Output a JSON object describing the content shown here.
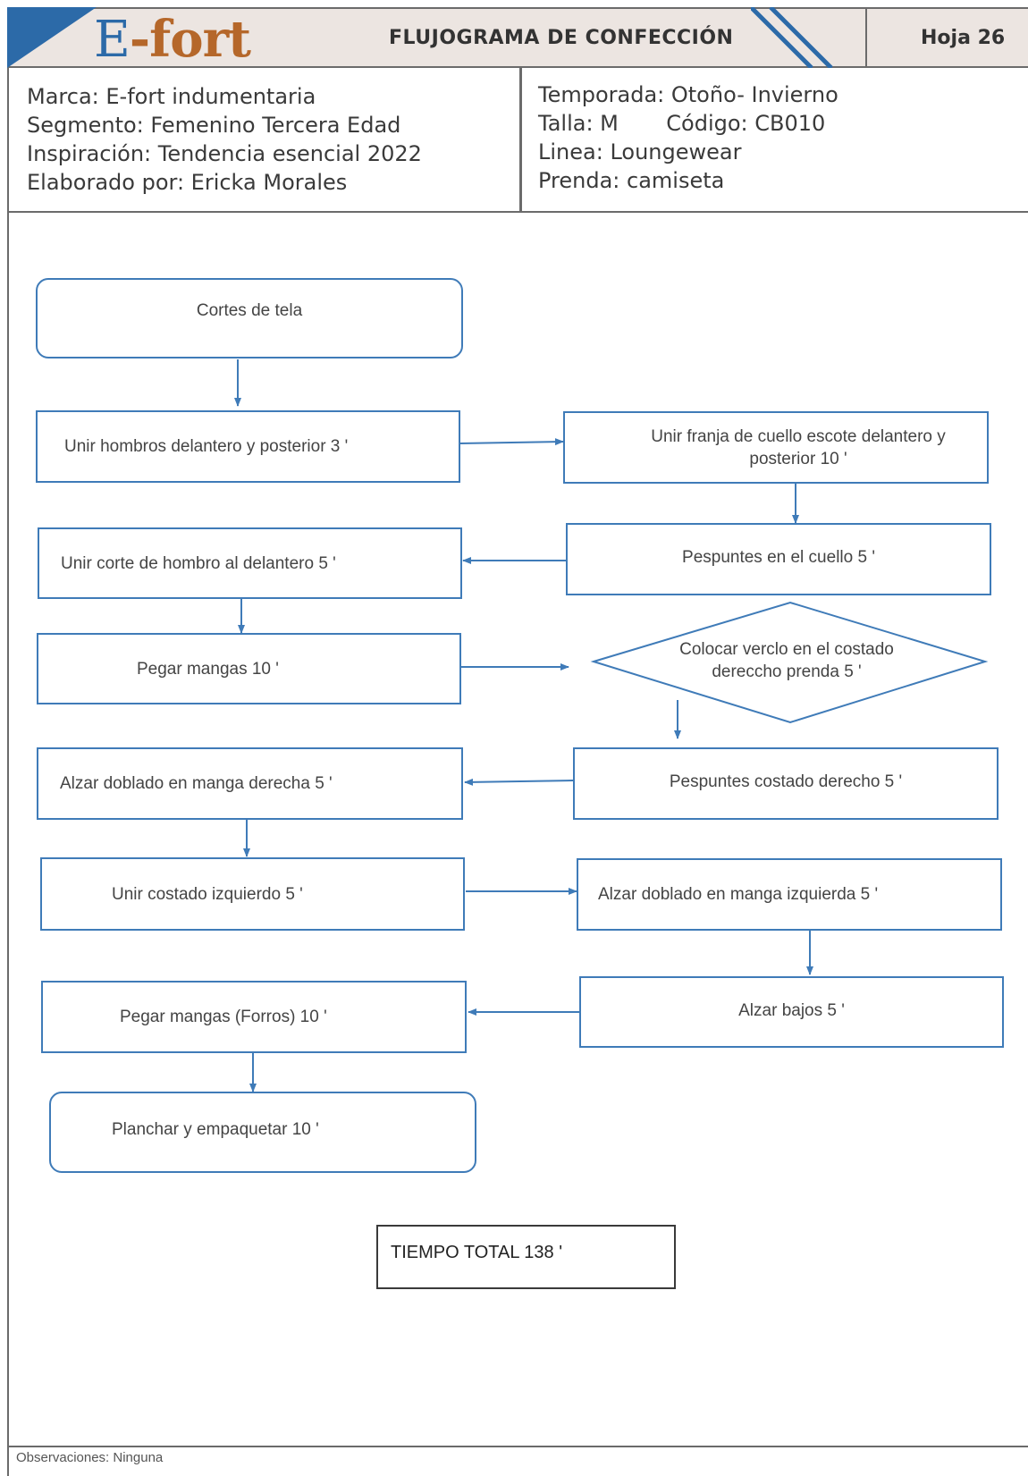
{
  "header": {
    "logo_e": "E",
    "logo_fort": "-fort",
    "title": "FLUJOGRAMA DE CONFECCIÓN",
    "sheet": "Hoja 26",
    "brand_colors": {
      "blue": "#2c6aa8",
      "orange": "#b5672a",
      "header_bg": "#ece5e1"
    }
  },
  "info_left": [
    "Marca: E-fort indumentaria",
    "Segmento: Femenino Tercera Edad",
    "Inspiración: Tendencia esencial 2022",
    "Elaborado por: Ericka Morales"
  ],
  "info_right": [
    "Temporada: Otoño- Invierno",
    "Talla: M       Código: CB010",
    "Linea: Loungewear",
    "Prenda: camiseta"
  ],
  "flow": {
    "steps": [
      "Cortes de tela",
      "Unir hombros delantero y posterior 3 '",
      "Unir franja de cuello escote delantero y posterior 10 '",
      "Pespuntes en el cuello 5 '",
      "Unir corte de hombro al delantero 5 '",
      "Pegar mangas  10 '",
      "Colocar verclo en el costado dereccho prenda 5 '",
      "Pespuntes costado derecho  5 '",
      "Alzar doblado en manga derecha  5 '",
      "Unir costado izquierdo 5 '",
      "Alzar doblado en manga izquierda  5 '",
      "Alzar bajos 5 '",
      "Pegar mangas (Forros) 10 '",
      "Planchar y empaquetar 10 '"
    ],
    "total": "TIEMPO TOTAL 138 '"
  },
  "footer": {
    "observations": "Observaciones: Ninguna"
  }
}
